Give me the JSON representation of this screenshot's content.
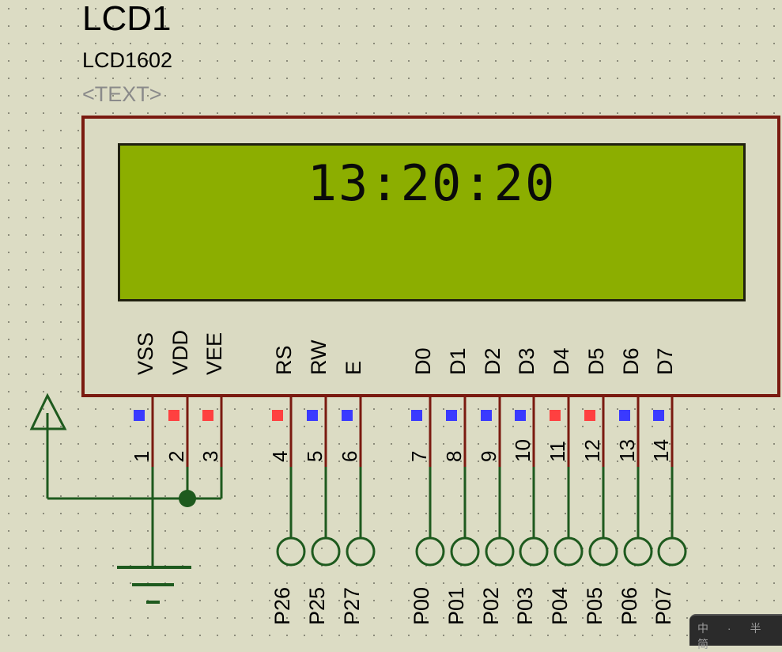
{
  "component": {
    "reference": "LCD1",
    "value": "LCD1602",
    "text_placeholder": "<TEXT>"
  },
  "display": {
    "line1": "13:20:20",
    "line2": ""
  },
  "pins": [
    {
      "name": "VSS",
      "number": "1",
      "marker": "blue"
    },
    {
      "name": "VDD",
      "number": "2",
      "marker": "red"
    },
    {
      "name": "VEE",
      "number": "3",
      "marker": "red"
    },
    {
      "name": "RS",
      "number": "4",
      "marker": "red"
    },
    {
      "name": "RW",
      "number": "5",
      "marker": "blue"
    },
    {
      "name": "E",
      "number": "6",
      "marker": "blue"
    },
    {
      "name": "D0",
      "number": "7",
      "marker": "blue"
    },
    {
      "name": "D1",
      "number": "8",
      "marker": "blue"
    },
    {
      "name": "D2",
      "number": "9",
      "marker": "blue"
    },
    {
      "name": "D3",
      "number": "10",
      "marker": "blue"
    },
    {
      "name": "D4",
      "number": "11",
      "marker": "red"
    },
    {
      "name": "D5",
      "number": "12",
      "marker": "red"
    },
    {
      "name": "D6",
      "number": "13",
      "marker": "blue"
    },
    {
      "name": "D7",
      "number": "14",
      "marker": "blue"
    }
  ],
  "net_labels": [
    "P26",
    "P25",
    "P27",
    "P00",
    "P01",
    "P02",
    "P03",
    "P04",
    "P05",
    "P06",
    "P07"
  ],
  "colors": {
    "background": "#dcdcc4",
    "lcd_border": "#7a1a10",
    "lcd_screen": "#8cae00",
    "wire": "#1e5a1e",
    "pin_stub": "#7a1a10",
    "marker_red": "#ff4040",
    "marker_blue": "#3a3aff"
  },
  "taskbar": {
    "text": "中 · 半 简"
  }
}
